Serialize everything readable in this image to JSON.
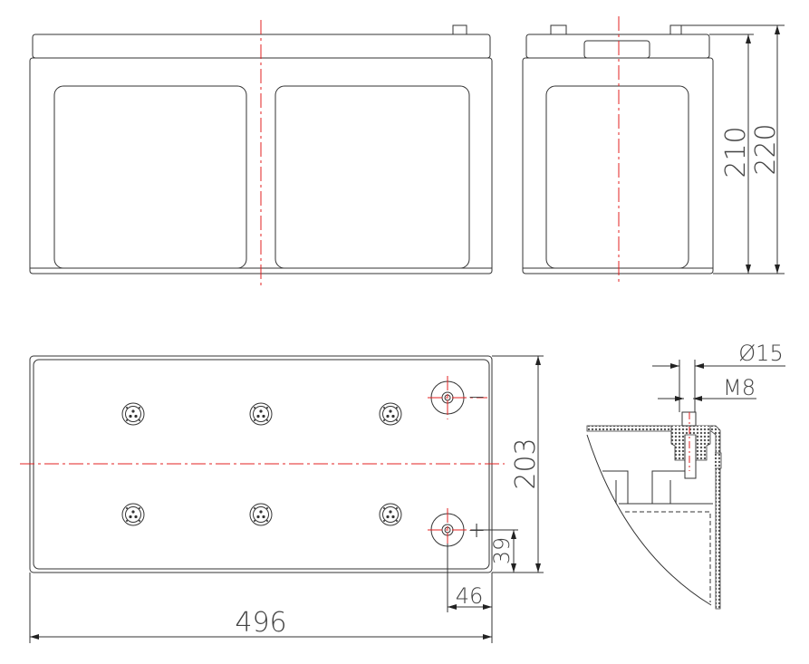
{
  "drawing": {
    "dimensions": {
      "height_total": "220",
      "height_body": "210",
      "width": "203",
      "length": "496",
      "terminal_offset_y": "39",
      "terminal_offset_x": "46",
      "terminal_diameter": "Ø15",
      "thread": "M8"
    },
    "polarity": {
      "negative": "−",
      "positive": "+"
    },
    "colors": {
      "line": "#333333",
      "centerline": "#e32020"
    }
  }
}
